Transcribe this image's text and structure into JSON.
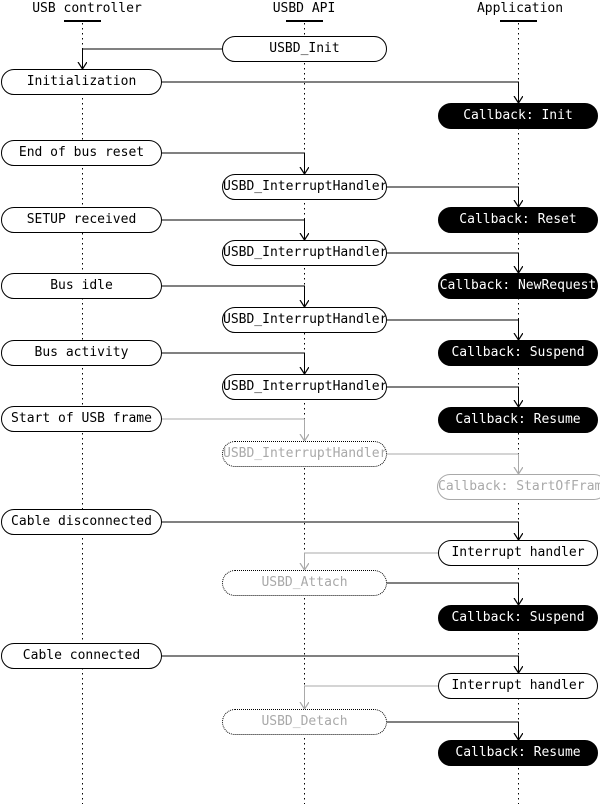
{
  "lanes": [
    {
      "label": "USB controller"
    },
    {
      "label": "USBD API"
    },
    {
      "label": "Application"
    }
  ],
  "nodes": {
    "left": [
      {
        "label": "Initialization"
      },
      {
        "label": "End of bus reset"
      },
      {
        "label": "SETUP received"
      },
      {
        "label": "Bus idle"
      },
      {
        "label": "Bus activity"
      },
      {
        "label": "Start of USB frame"
      },
      {
        "label": "Cable disconnected"
      },
      {
        "label": "Cable connected"
      }
    ],
    "api": [
      {
        "label": "USBD_Init",
        "state": "active"
      },
      {
        "label": "USBD_InterruptHandler",
        "state": "active"
      },
      {
        "label": "USBD_InterruptHandler",
        "state": "active"
      },
      {
        "label": "USBD_InterruptHandler",
        "state": "active"
      },
      {
        "label": "USBD_InterruptHandler",
        "state": "active"
      },
      {
        "label": "USBD_InterruptHandler",
        "state": "inactive"
      },
      {
        "label": "USBD_Attach",
        "state": "inactive"
      },
      {
        "label": "USBD_Detach",
        "state": "inactive"
      }
    ],
    "app": [
      {
        "label": "Callback: Init",
        "state": "filled"
      },
      {
        "label": "Callback: Reset",
        "state": "filled"
      },
      {
        "label": "Callback: NewRequest",
        "state": "filled"
      },
      {
        "label": "Callback: Suspend",
        "state": "filled"
      },
      {
        "label": "Callback: Resume",
        "state": "filled"
      },
      {
        "label": "Callback: StartOfFrame",
        "state": "inactive"
      },
      {
        "label": "Interrupt handler",
        "state": "outline"
      },
      {
        "label": "Callback: Suspend",
        "state": "filled"
      },
      {
        "label": "Interrupt handler",
        "state": "outline"
      },
      {
        "label": "Callback: Resume",
        "state": "filled"
      }
    ]
  },
  "colors": {
    "active_line": "#000000",
    "inactive_line": "#a9a9a9",
    "callback_bg": "#000000",
    "callback_text": "#ffffff",
    "inactive_text": "#a9a9a9",
    "background": "#ffffff"
  }
}
